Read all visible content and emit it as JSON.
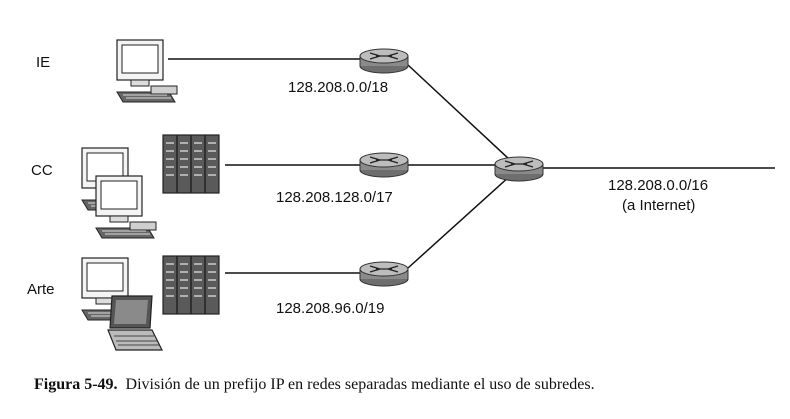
{
  "networks": [
    {
      "name": "IE",
      "prefix": "128.208.0.0/18"
    },
    {
      "name": "CC",
      "prefix": "128.208.128.0/17"
    },
    {
      "name": "Arte",
      "prefix": "128.208.96.0/19"
    }
  ],
  "uplink": {
    "prefix": "128.208.0.0/16",
    "note": "(a Internet)"
  },
  "caption": {
    "label": "Figura 5-49.",
    "text": "División de un prefijo IP en redes separadas mediante el uso de subredes."
  }
}
